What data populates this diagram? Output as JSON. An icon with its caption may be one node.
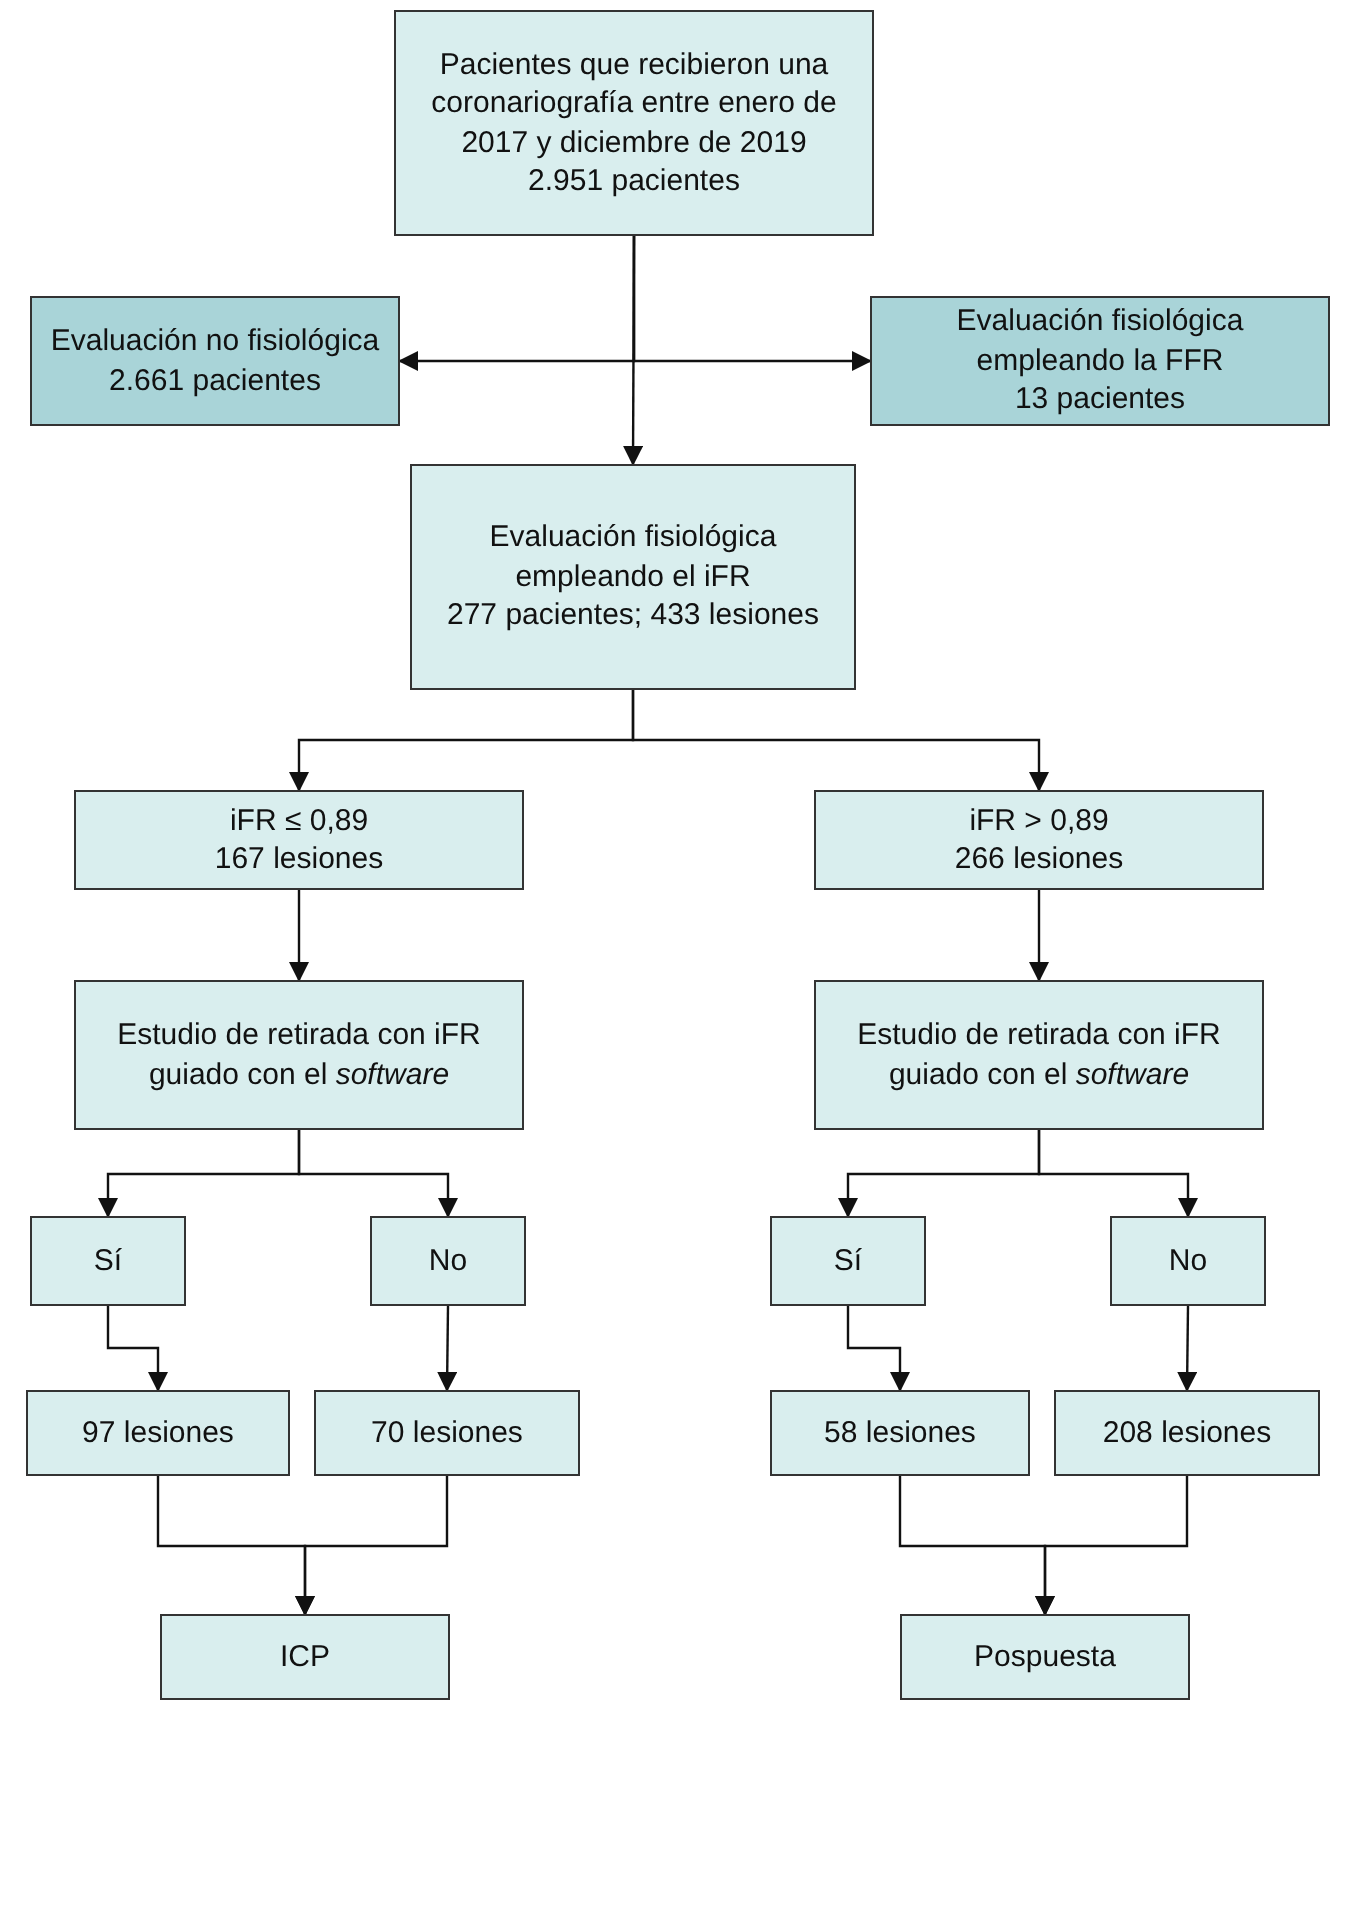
{
  "diagram": {
    "nodes": [
      {
        "text": [
          "Pacientes que recibieron una coronariografía entre enero de 2017 y diciembre de 2019",
          "2.951 pacientes"
        ]
      },
      {
        "text": [
          "Evaluación no fisiológica",
          "2.661 pacientes"
        ]
      },
      {
        "text": [
          "Evaluación fisiológica empleando la FFR",
          "13 pacientes"
        ]
      },
      {
        "text": [
          "Evaluación fisiológica empleando el iFR",
          "277 pacientes; 433 lesiones"
        ]
      },
      {
        "text": [
          "iFR ≤ 0,89",
          "167 lesiones"
        ]
      },
      {
        "text": [
          "iFR > 0,89",
          "266 lesiones"
        ]
      },
      {
        "text": [
          "Estudio de retirada con iFR guiado con el *software*"
        ]
      },
      {
        "text": [
          "Estudio de retirada con iFR guiado con el *software*"
        ]
      },
      {
        "text": [
          "Sí"
        ]
      },
      {
        "text": [
          "No"
        ]
      },
      {
        "text": [
          "Sí"
        ]
      },
      {
        "text": [
          "No"
        ]
      },
      {
        "text": [
          "97 lesiones"
        ]
      },
      {
        "text": [
          "70 lesiones"
        ]
      },
      {
        "text": [
          "58 lesiones"
        ]
      },
      {
        "text": [
          "208 lesiones"
        ]
      },
      {
        "text": [
          "ICP"
        ]
      },
      {
        "text": [
          "Pospuesta"
        ]
      }
    ],
    "edges": [
      {
        "from": 0,
        "to": 1,
        "arrow": "to"
      },
      {
        "from": 0,
        "to": 2,
        "arrow": "to"
      },
      {
        "from": 0,
        "to": 3,
        "arrow": "to"
      },
      {
        "from": 3,
        "to": 4,
        "arrow": "to"
      },
      {
        "from": 3,
        "to": 5,
        "arrow": "to"
      },
      {
        "from": 4,
        "to": 6,
        "arrow": "to"
      },
      {
        "from": 5,
        "to": 7,
        "arrow": "to"
      },
      {
        "from": 6,
        "to": 8,
        "arrow": "to"
      },
      {
        "from": 6,
        "to": 9,
        "arrow": "to"
      },
      {
        "from": 7,
        "to": 10,
        "arrow": "to"
      },
      {
        "from": 7,
        "to": 11,
        "arrow": "to"
      },
      {
        "from": 8,
        "to": 12,
        "arrow": "to"
      },
      {
        "from": 9,
        "to": 13,
        "arrow": "to"
      },
      {
        "from": 10,
        "to": 14,
        "arrow": "to"
      },
      {
        "from": 11,
        "to": 15,
        "arrow": "to"
      },
      {
        "from": 12,
        "to": 16,
        "arrow": "to"
      },
      {
        "from": 13,
        "to": 16,
        "arrow": "to"
      },
      {
        "from": 14,
        "to": 17,
        "arrow": "to"
      },
      {
        "from": 15,
        "to": 17,
        "arrow": "to"
      }
    ]
  }
}
